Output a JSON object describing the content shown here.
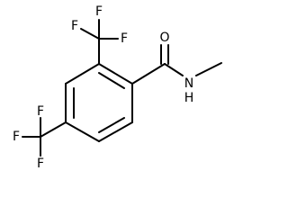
{
  "molecule": {
    "atoms": {
      "oxygen": "O",
      "amide_nitrogen": "N",
      "amide_hydrogen": "H",
      "cf3_top_fluorine_left": "F",
      "cf3_top_fluorine_top": "F",
      "cf3_top_fluorine_right": "F",
      "cf3_bottom_fluorine_top": "F",
      "cf3_bottom_fluorine_left": "F",
      "cf3_bottom_fluorine_bottom": "F"
    }
  }
}
